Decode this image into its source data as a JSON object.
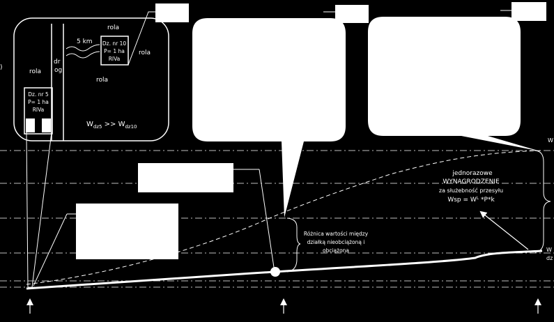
{
  "map": {
    "labels": {
      "rola_top": "rola",
      "rola_right": "rola",
      "rola_left": "rola",
      "rola_bottom": "rola",
      "distance": "5 km",
      "road_part1": "dr",
      "road_part2": "og"
    },
    "plot10": {
      "line1": "Dz. nr 10",
      "line2": "P= 1 ha",
      "line3": "RIVa"
    },
    "plot5": {
      "line1": "Dz. nr 5",
      "line2": "P= 1 ha",
      "line3": "RIVa"
    },
    "formula": {
      "w1": "W",
      "sub1": "dz5",
      "op": " >> ",
      "w2": "W",
      "sub2": "dz10"
    }
  },
  "edge": {
    "left_paren": ")"
  },
  "compensation": {
    "line1": "jednorazowe",
    "line2": "WYNAGRODZENIE",
    "line3": "za służebność przesyłu",
    "formula_main": "Wsp = W",
    "formula_sub": "L",
    "formula_rest": " *P*k"
  },
  "difference": {
    "line1": "Różnica wartości między",
    "line2": "działką nieobciążoną i",
    "line3": "obciążoną"
  },
  "right_edge": {
    "top": "W",
    "mid1": "W",
    "mid2": "dz"
  },
  "colors": {
    "background": "#000000",
    "foreground": "#ffffff"
  }
}
